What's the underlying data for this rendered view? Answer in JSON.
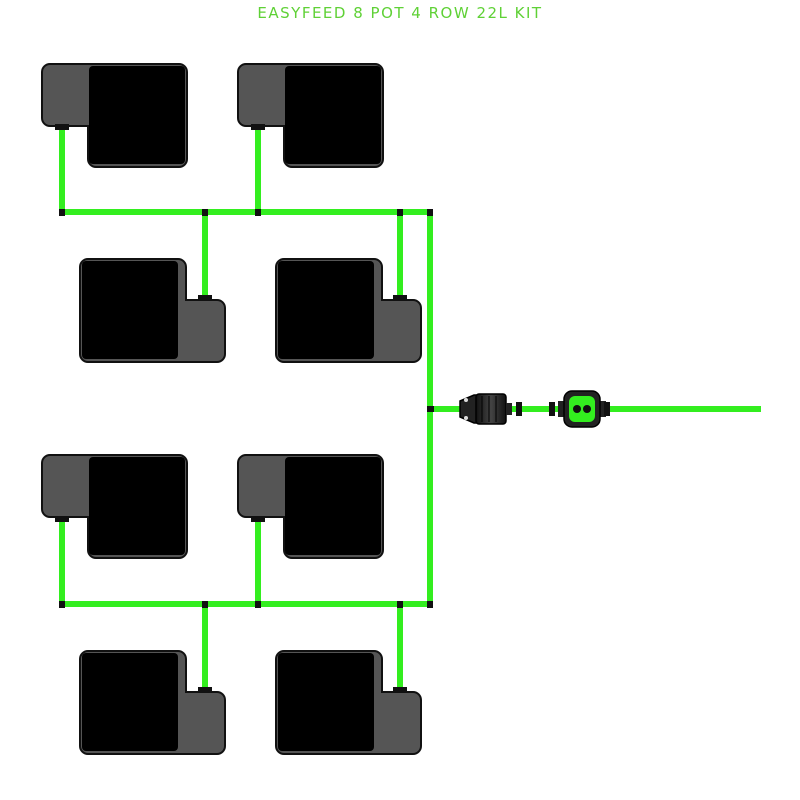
{
  "title": "EASYFEED 8 POT 4 ROW 22L KIT",
  "colors": {
    "pipe": "#33ee1f",
    "tray": "#555555",
    "pot": "#000000",
    "title": "#5fd136"
  },
  "components": {
    "pots": 8,
    "rows": 4,
    "fitting": "connector-icon",
    "valve": "shutoff-valve-icon"
  }
}
